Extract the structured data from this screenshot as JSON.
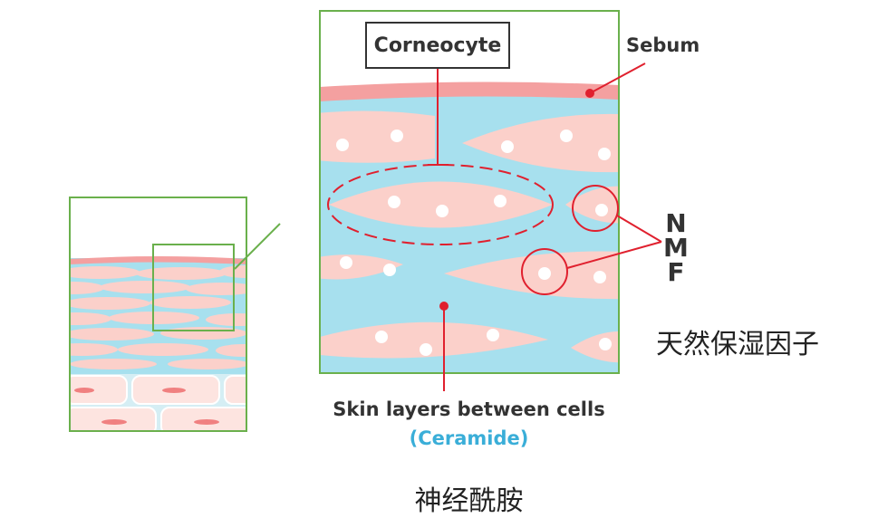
{
  "labels": {
    "corneocyte": "Corneocyte",
    "sebum": "Sebum",
    "nmf": [
      "N",
      "M",
      "F"
    ],
    "nmf_cn": "天然保湿因子",
    "skin_layers": "Skin layers between cells",
    "ceramide": "(Ceramide)",
    "ceramide_cn": "神经酰胺"
  },
  "colors": {
    "frame_green": "#6ab04c",
    "fluid_blue": "#a7e0ee",
    "cell_pink": "#fbd0ca",
    "marker_red": "#e0202e",
    "sebum_pink": "#f4a0a0",
    "text_dark": "#333333",
    "ceramide_blue": "#3aaed8"
  }
}
